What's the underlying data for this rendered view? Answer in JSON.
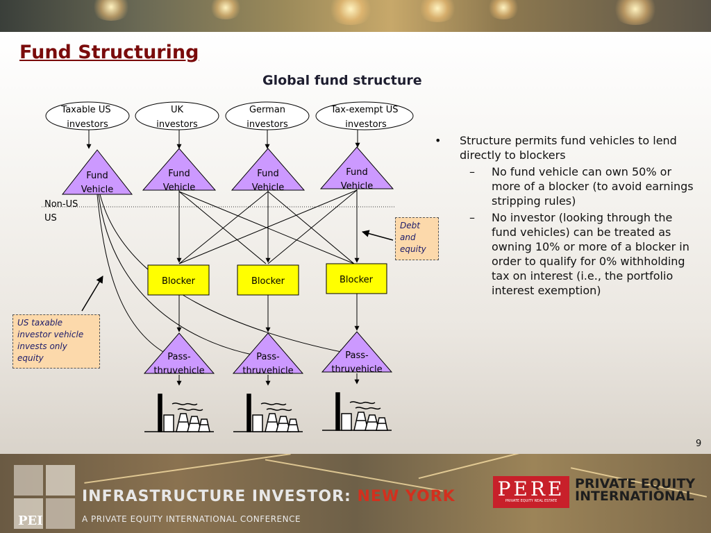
{
  "slide": {
    "title": "Fund Structuring",
    "subtitle": "Global fund structure",
    "page_number": "9"
  },
  "investors": [
    {
      "line1": "Taxable US",
      "line2": "investors"
    },
    {
      "line1": "UK",
      "line2": "investors"
    },
    {
      "line1": "German",
      "line2": "investors"
    },
    {
      "line1": "Tax-exempt US",
      "line2": "investors"
    }
  ],
  "fund_vehicle": {
    "line1": "Fund",
    "line2": "Vehicle"
  },
  "divider": {
    "upper": "Non-US",
    "lower": "US"
  },
  "blocker_label": "Blocker",
  "pass_thru": {
    "line1": "Pass-",
    "line2": "thruvehicle"
  },
  "notes": {
    "debt": [
      "Debt",
      "and",
      "equity"
    ],
    "us_taxable": [
      "US taxable",
      "investor vehicle",
      "invests only",
      "equity"
    ]
  },
  "bullets": [
    {
      "text": "Structure permits fund vehicles to lend directly to blockers",
      "sub": [
        "No fund vehicle can own 50% or more of a blocker (to avoid earnings stripping rules)",
        "No investor (looking through the fund vehicles) can be treated as owning 10% or more of a blocker in order to qualify for 0% withholding tax on interest (i.e., the portfolio interest exemption)"
      ]
    }
  ],
  "footer": {
    "pei_logo": "PEI",
    "conference_title": "INFRASTRUCTURE INVESTOR:",
    "conference_city": "NEW YORK",
    "conference_sub": "A PRIVATE EQUITY INTERNATIONAL CONFERENCE",
    "pere_logo": "PERE",
    "pere_tagline": "PRIVATE EQUITY REAL ESTATE",
    "pei_name_line1": "PRIVATE EQUITY",
    "pei_name_line2": "INTERNATIONAL"
  },
  "colors": {
    "title": "#7a0b0b",
    "fund_vehicle_fill": "#cc99ff",
    "blocker_fill": "#ffff00",
    "note_fill": "#fcd9ab",
    "pere_red": "#c8202a"
  },
  "icons": [
    "factory-icon",
    "factory-icon",
    "factory-icon"
  ]
}
